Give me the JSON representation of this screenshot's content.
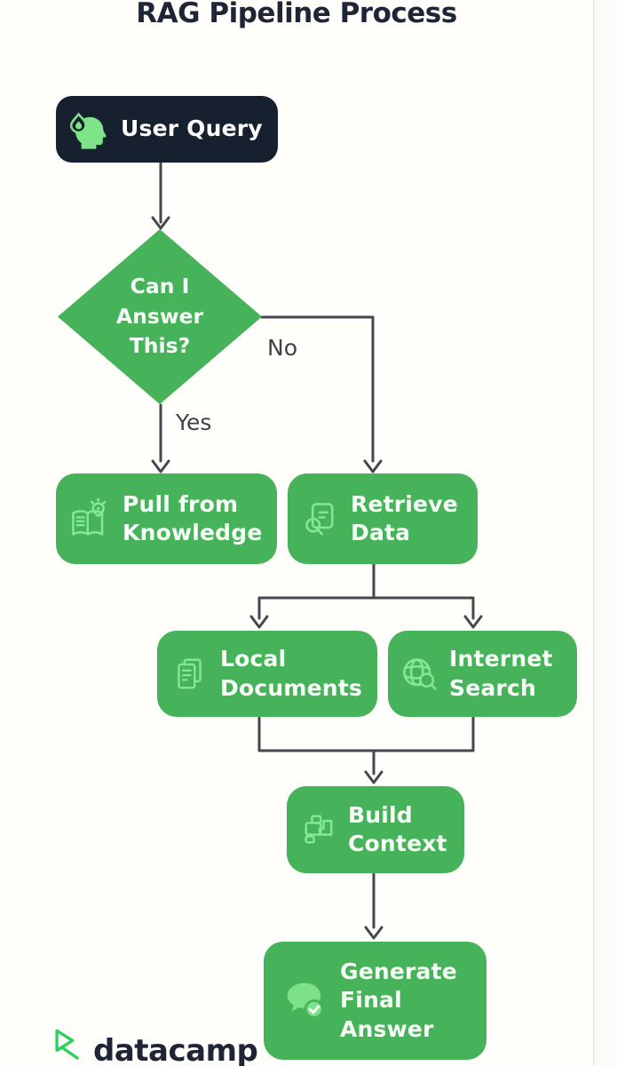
{
  "title": "RAG Pipeline Process",
  "colors": {
    "node_green": "#46b35a",
    "icon_green": "#85e795",
    "dark_navy": "#16202e",
    "title_color": "#1d2536",
    "connector": "#44474e",
    "label_text": "#3d424b",
    "text_white": "#f7fdf7",
    "brand_green": "#2ed05e"
  },
  "nodes": {
    "user_query": {
      "label": "User Query",
      "icon": "head-flame-icon"
    },
    "decision": {
      "label": "Can I\nAnswer\nThis?"
    },
    "pull_knowledge": {
      "label": "Pull from\nKnowledge",
      "icon": "book-bulb-icon"
    },
    "retrieve_data": {
      "label": "Retrieve\nData",
      "icon": "document-search-icon"
    },
    "local_documents": {
      "label": "Local\nDocuments",
      "icon": "documents-icon"
    },
    "internet_search": {
      "label": "Internet\nSearch",
      "icon": "globe-search-icon"
    },
    "build_context": {
      "label": "Build\nContext",
      "icon": "blocks-icon"
    },
    "generate_final_answer": {
      "label": "Generate\nFinal\nAnswer",
      "icon": "chat-check-icon"
    }
  },
  "edges": {
    "yes_label": "Yes",
    "no_label": "No"
  },
  "footer": {
    "brand": "datacamp"
  }
}
